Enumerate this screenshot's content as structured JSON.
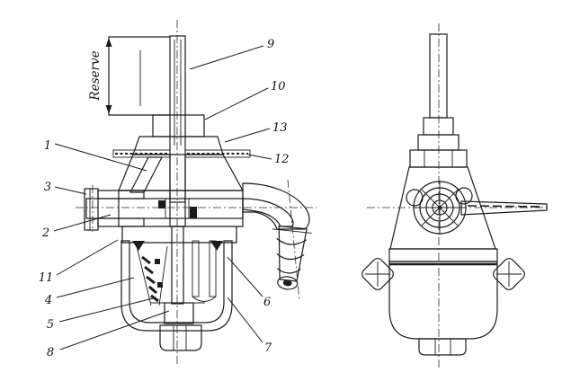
{
  "colors": {
    "ink": "#1c1c1c",
    "paper": "#ffffff"
  },
  "annotations": {
    "reserve_label": "Reserve",
    "callouts": [
      {
        "label": "1"
      },
      {
        "label": "2"
      },
      {
        "label": "3"
      },
      {
        "label": "4"
      },
      {
        "label": "5"
      },
      {
        "label": "6"
      },
      {
        "label": "7"
      },
      {
        "label": "8"
      },
      {
        "label": "9"
      },
      {
        "label": "10"
      },
      {
        "label": "11"
      },
      {
        "label": "12"
      },
      {
        "label": "13"
      }
    ]
  }
}
